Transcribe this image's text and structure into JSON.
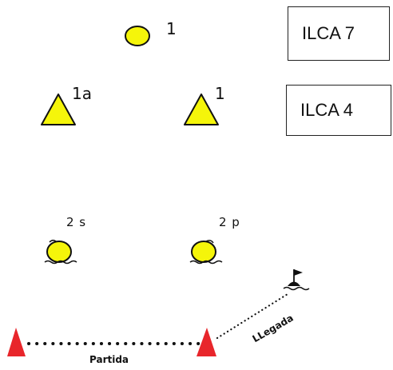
{
  "legend": {
    "ilca7": "ILCA 7",
    "ilca4": "ILCA 4"
  },
  "marks": {
    "top_circle_label": "1",
    "left_triangle_label": "1a",
    "right_triangle_label": "1",
    "gate_starboard_label": "2 s",
    "gate_port_label": "2 p"
  },
  "lines": {
    "start_label": "Partida",
    "finish_label": "LLegada"
  },
  "colors": {
    "mark_fill": "#f5f50a",
    "start_mark": "#e8262b",
    "outline": "#111111"
  },
  "icons": {
    "finish_marker": "buoy-with-flag-icon"
  }
}
